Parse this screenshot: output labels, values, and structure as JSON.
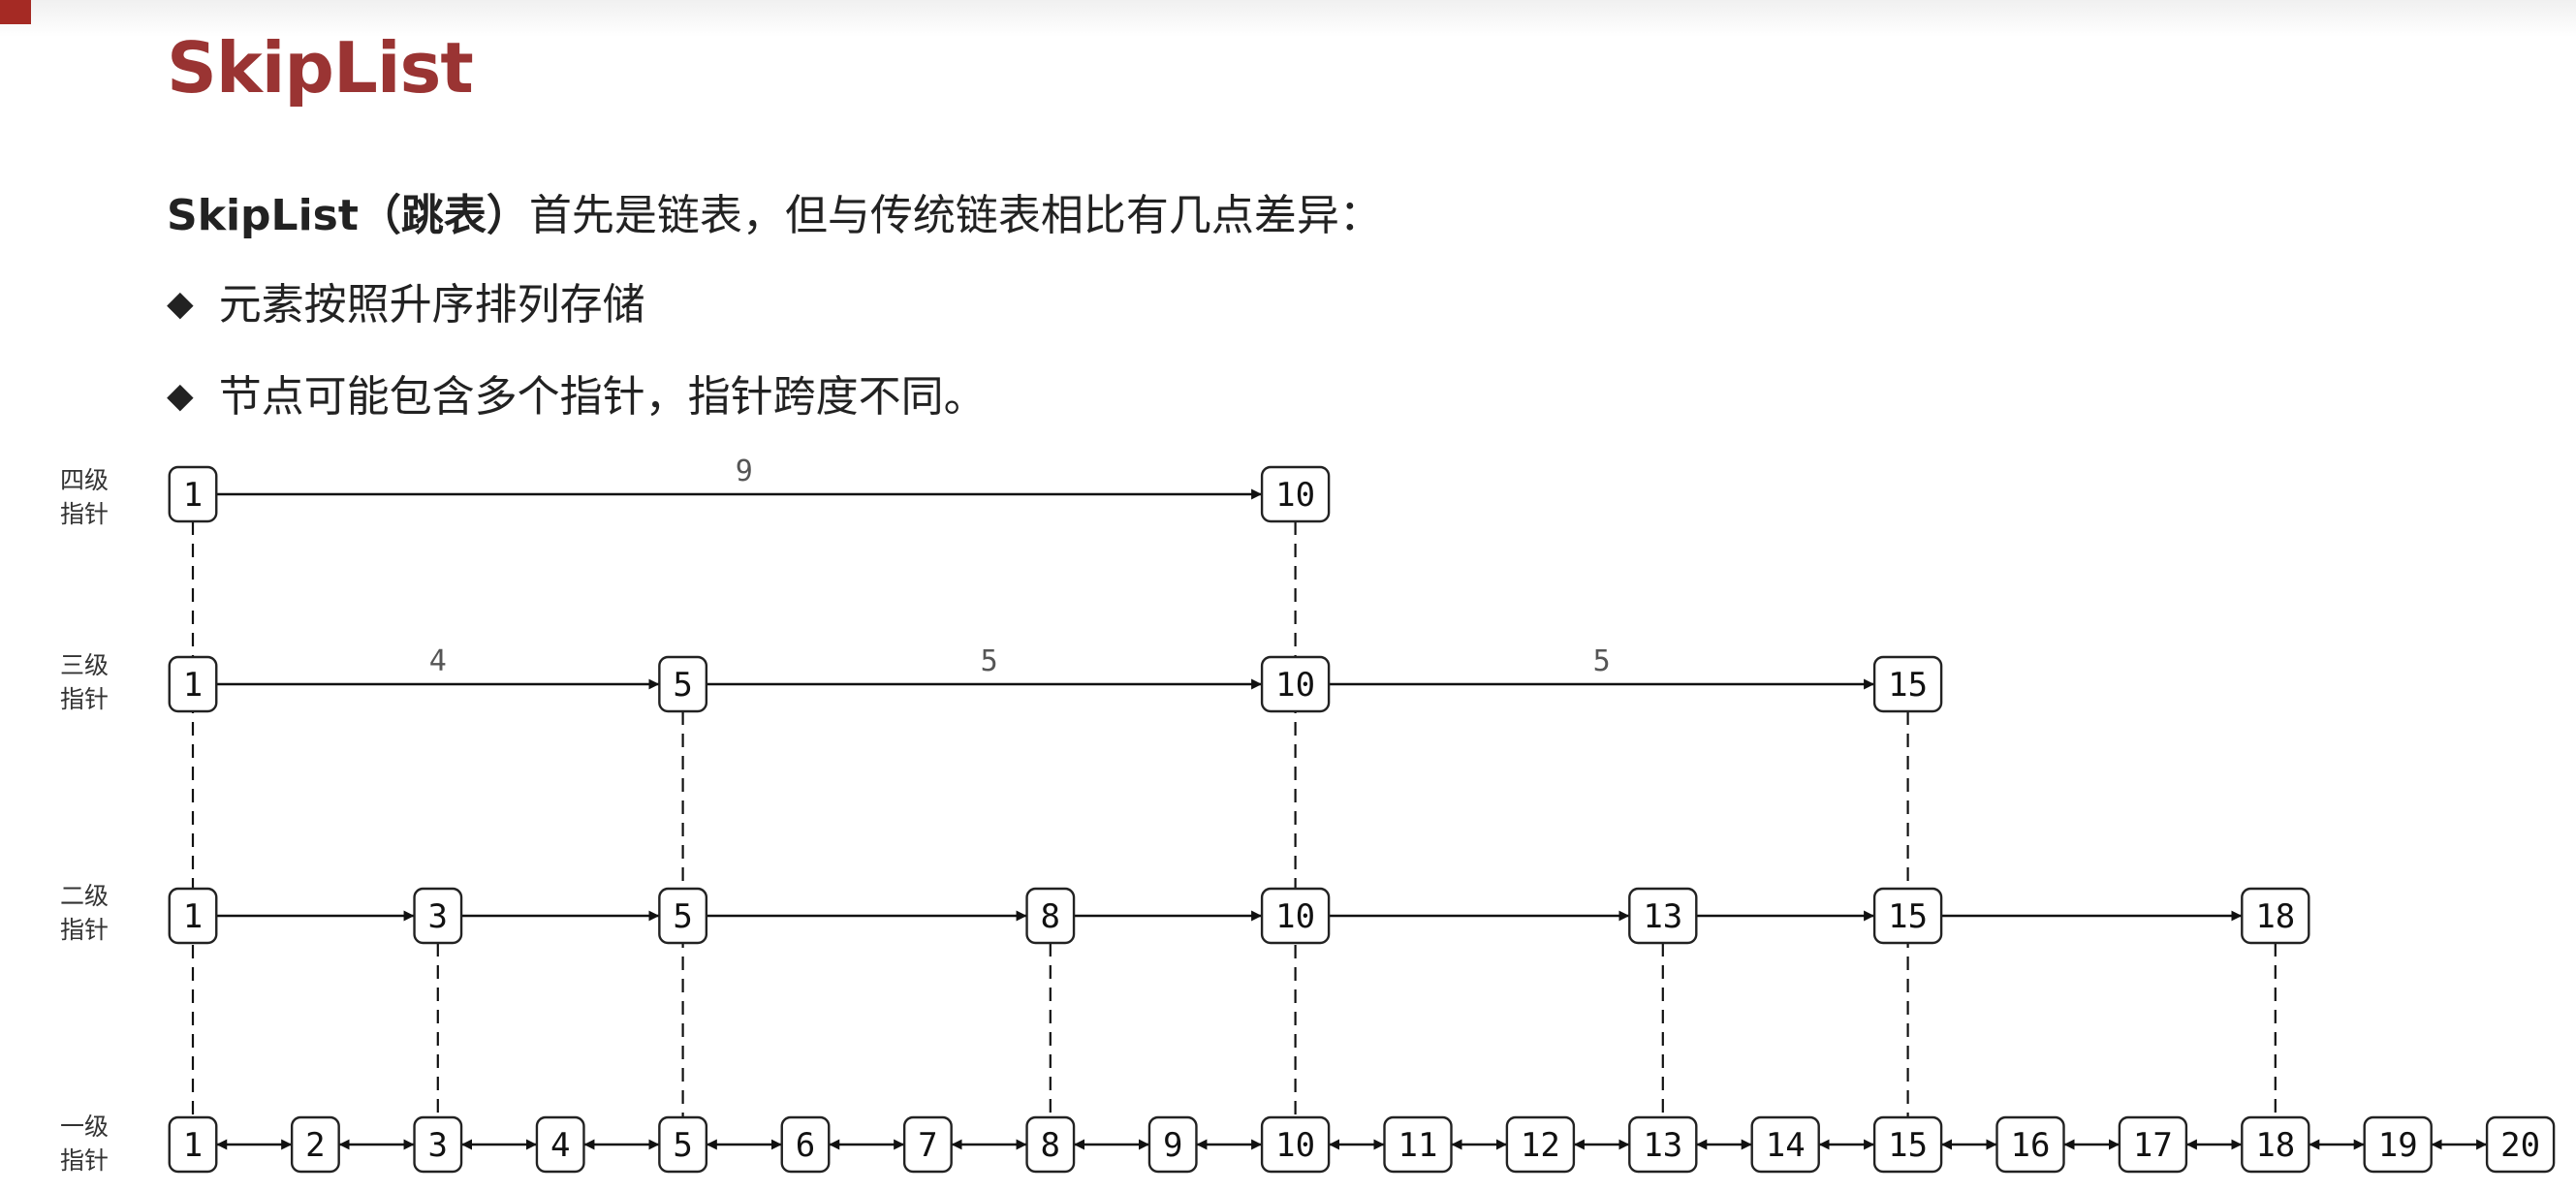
{
  "title": "SkipList",
  "intro": {
    "term": "SkipList（跳表）",
    "text": "首先是链表，但与传统链表相比有几点差异："
  },
  "bullets": [
    {
      "icon": "diamond-bullet-icon",
      "text": "元素按照升序排列存储"
    },
    {
      "icon": "diamond-bullet-icon",
      "text": "节点可能包含多个指针，指针跨度不同。"
    }
  ],
  "levels": [
    {
      "label_line1": "四级",
      "label_line2": "指针",
      "nodes": [
        1,
        10
      ],
      "spans": [
        "9"
      ]
    },
    {
      "label_line1": "三级",
      "label_line2": "指针",
      "nodes": [
        1,
        5,
        10,
        15
      ],
      "spans": [
        "4",
        "5",
        "5"
      ]
    },
    {
      "label_line1": "二级",
      "label_line2": "指针",
      "nodes": [
        1,
        3,
        5,
        8,
        10,
        13,
        15,
        18
      ],
      "spans": []
    },
    {
      "label_line1": "一级",
      "label_line2": "指针",
      "nodes": [
        1,
        2,
        3,
        4,
        5,
        6,
        7,
        8,
        9,
        10,
        11,
        12,
        13,
        14,
        15,
        16,
        17,
        18,
        19,
        20
      ],
      "spans": [],
      "bidirectional": true
    }
  ],
  "colors": {
    "title": "#9a3433",
    "accent": "#a52a24",
    "text": "#222222",
    "line": "#111111"
  }
}
